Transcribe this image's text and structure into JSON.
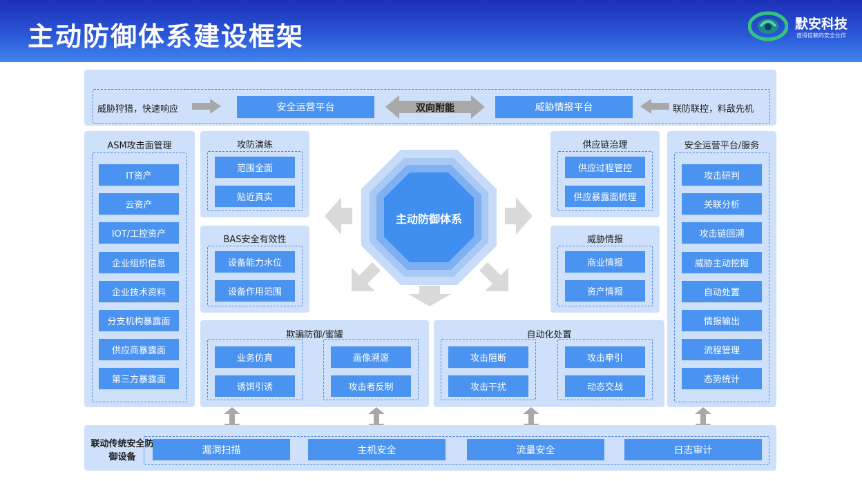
{
  "header": {
    "title": "主动防御体系建设框架",
    "logo_name": "默安科技",
    "logo_slogan": "值得信赖的安全伙伴"
  },
  "top_row": {
    "left_text": "威胁狩猎，快速响应",
    "platform_left": "安全运营平台",
    "middle_text": "双向附能",
    "platform_right": "威胁情报平台",
    "right_text": "联防联控，料敌先机"
  },
  "asm": {
    "title": "ASM攻击面管理",
    "items": [
      "IT资产",
      "云资产",
      "IOT/工控资产",
      "企业组织信息",
      "企业技术资料",
      "分支机构暴露面",
      "供应商暴露面",
      "第三方暴露面"
    ]
  },
  "drill": {
    "title": "攻防演练",
    "items": [
      "范围全面",
      "贴近真实"
    ]
  },
  "bas": {
    "title": "BAS安全有效性",
    "items": [
      "设备能力水位",
      "设备作用范围"
    ]
  },
  "supply": {
    "title": "供应链治理",
    "items": [
      "供应过程管控",
      "供应暴露面梳理"
    ]
  },
  "intel": {
    "title": "威胁情报",
    "items": [
      "商业情报",
      "资产情报"
    ]
  },
  "ops": {
    "title": "安全运营平台/服务",
    "items": [
      "攻击研判",
      "关联分析",
      "攻击链回溯",
      "威胁主动挖掘",
      "自动处置",
      "情报输出",
      "流程管理",
      "态势统计"
    ]
  },
  "center": {
    "label": "主动防御体系"
  },
  "deception": {
    "title": "欺骗防御/蜜罐",
    "left_items": [
      "业务仿真",
      "诱饵引诱"
    ],
    "right_items": [
      "画像溯源",
      "攻击者反制"
    ]
  },
  "auto": {
    "title": "自动化处置",
    "left_items": [
      "攻击阻断",
      "攻击干扰"
    ],
    "right_items": [
      "攻击牵引",
      "动态交战"
    ]
  },
  "bottom": {
    "label": "联动传统安全防御设备",
    "items": [
      "漏洞扫描",
      "主机安全",
      "流量安全",
      "日志审计"
    ]
  },
  "colors": {
    "header_dark": "#1c2fb8",
    "header_light": "#3f86ef",
    "panel_bg": "#cfe1fa",
    "button_blue": "#4a93f0",
    "dash_blue": "#4a86e0",
    "arrow_gray": "#a8a8a8"
  }
}
